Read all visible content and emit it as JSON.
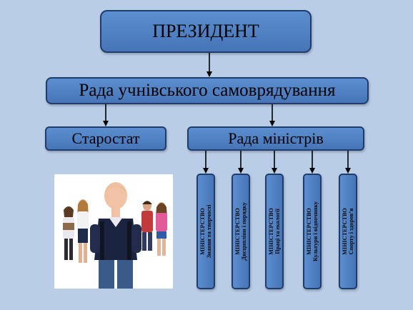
{
  "diagram": {
    "president": "ПРЕЗИДЕНТ",
    "council": "Рада учнівського самоврядування",
    "starostat": "Старостат",
    "ministers_council": "Рада міністрів",
    "ministries": [
      {
        "title": "МІНІСТЕРСТВО",
        "subtitle": "Знання та творчості"
      },
      {
        "title": "МІНІСТЕРСТВО",
        "subtitle": "Дисципліни і порядку"
      },
      {
        "title": "МІНІСТЕРСТВО",
        "subtitle": "Праці та екології"
      },
      {
        "title": "МІНІСТЕРСТВО",
        "subtitle": "Культури і відпочинку"
      },
      {
        "title": "МІНІСТЕРСТВО",
        "subtitle": "Спорту і здоров’я"
      }
    ]
  },
  "colors": {
    "background": "#b9cde6",
    "box_fill": "#4f82c4",
    "box_border": "#1f3c6d",
    "arrow": "#000000"
  },
  "photo": {
    "subject": "schoolchildren-with-backpacks"
  }
}
